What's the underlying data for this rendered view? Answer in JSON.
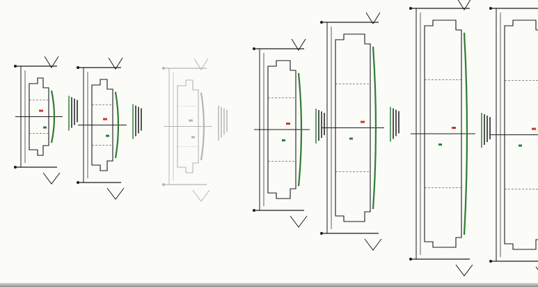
{
  "sheet": {
    "colors": {
      "line": "#1a1a1a",
      "hatch": "#2e7d32",
      "accent": "#c0392b",
      "faded": "#b5b5b5",
      "background": "#fbfbf8"
    },
    "sections": [
      {
        "id": "s1",
        "variant": "short"
      },
      {
        "id": "s2",
        "variant": "short"
      },
      {
        "id": "s3",
        "variant": "faded"
      },
      {
        "id": "s4",
        "variant": "medium"
      },
      {
        "id": "s5",
        "variant": "tall"
      },
      {
        "id": "s6",
        "variant": "tallest"
      },
      {
        "id": "s7",
        "variant": "tallest"
      }
    ]
  }
}
